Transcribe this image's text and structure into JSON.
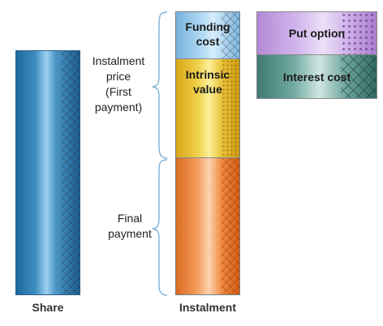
{
  "bars": {
    "share_label": "Share",
    "instalment_label": "Instalment"
  },
  "segments": {
    "funding_cost": "Funding\ncost",
    "intrinsic_value": "Intrinsic\nvalue"
  },
  "brackets": {
    "instalment_price": "Instalment\nprice\n(First\npayment)",
    "final_payment": "Final\npayment"
  },
  "legend": {
    "put_option": "Put option",
    "interest_cost": "Interest cost"
  }
}
